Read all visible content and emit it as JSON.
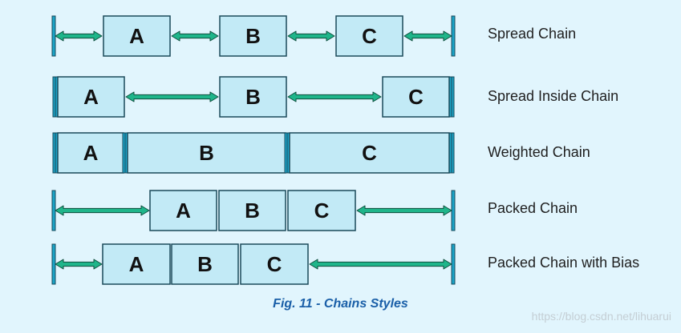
{
  "diagram": {
    "colors": {
      "background": "#e1f5fd",
      "box_fill": "#c2eaf6",
      "box_stroke": "#1b4a5a",
      "arrow": "#1fb58a",
      "arrow_edge": "#0e4d3c",
      "wall": "#1aa3c6"
    },
    "rows": [
      {
        "label": "Spread Chain",
        "widgets": [
          "A",
          "B",
          "C"
        ]
      },
      {
        "label": "Spread Inside Chain",
        "widgets": [
          "A",
          "B",
          "C"
        ]
      },
      {
        "label": "Weighted Chain",
        "widgets": [
          "A",
          "B",
          "C"
        ]
      },
      {
        "label": "Packed Chain",
        "widgets": [
          "A",
          "B",
          "C"
        ]
      },
      {
        "label": "Packed Chain with Bias",
        "widgets": [
          "A",
          "B",
          "C"
        ]
      }
    ],
    "caption": "Fig. 11 - Chains Styles"
  },
  "watermark": "https://blog.csdn.net/lihuarui"
}
